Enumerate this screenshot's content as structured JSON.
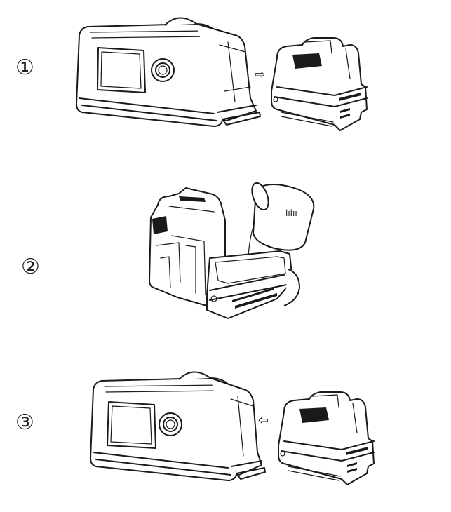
{
  "steps": [
    {
      "number": "①",
      "action": "remove-water-tank",
      "arrow": "⇨"
    },
    {
      "number": "②",
      "action": "fill-water-tank",
      "beaker_marks": "lılıı"
    },
    {
      "number": "③",
      "action": "reinsert-water-tank",
      "arrow": "⇦"
    }
  ]
}
